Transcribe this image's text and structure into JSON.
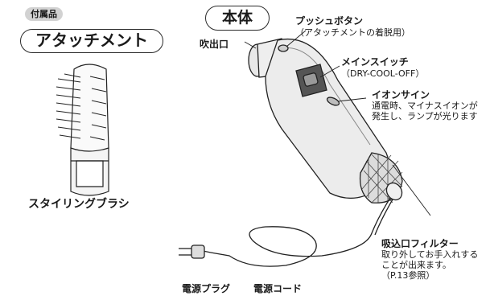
{
  "accessory_tag": "付属品",
  "attachment_title": "アタッチメント",
  "body_title": "本体",
  "styling_brush": "スタイリングブラシ",
  "outlet": "吹出口",
  "push_button": {
    "name": "プッシュボタン",
    "note": "（アタッチメントの着脱用）"
  },
  "main_switch": {
    "name": "メインスイッチ",
    "note": "（DRY-COOL-OFF）"
  },
  "ion_sign": {
    "name": "イオンサイン",
    "note_line1": "通電時、マイナスイオンが",
    "note_line2": "発生し、ランプが光ります"
  },
  "intake_filter": {
    "name": "吸込口フィルター",
    "note_line1": "取り外してお手入れする",
    "note_line2": "ことが出来ます。",
    "note_line3": "（P.13参照）"
  },
  "power_plug": "電源プラグ",
  "power_cord": "電源コード"
}
